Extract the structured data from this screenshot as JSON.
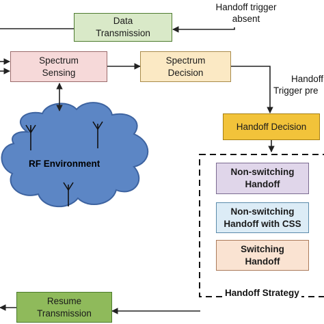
{
  "nodes": {
    "data_transmission": {
      "lines": [
        "Data",
        "Transmission"
      ],
      "color": "#d9e9c8",
      "border": "#4d7a2e"
    },
    "spectrum_sensing": {
      "lines": [
        "Spectrum",
        "Sensing"
      ],
      "color": "#f6d9d9",
      "border": "#9a6a6a"
    },
    "spectrum_decision": {
      "lines": [
        "Spectrum",
        "Decision"
      ],
      "color": "#fbe9c4",
      "border": "#a88a4a"
    },
    "handoff_decision": {
      "lines": [
        "Handoff Decision"
      ],
      "color": "#f2c33a",
      "border": "#a57e12"
    },
    "non_switching_handoff": {
      "lines": [
        "Non-switching",
        "Handoff"
      ],
      "color": "#e0d6ea",
      "border": "#7a6a90"
    },
    "non_switching_css": {
      "lines": [
        "Non-switching",
        "Handoff with CSS"
      ],
      "color": "#dcecf6",
      "border": "#5a8aaa"
    },
    "switching_handoff": {
      "lines": [
        "Switching",
        "Handoff"
      ],
      "color": "#fae3d2",
      "border": "#aa7a5a"
    },
    "resume_transmission": {
      "lines": [
        "Resume",
        "Transmission"
      ],
      "color": "#8fba5b",
      "border": "#4a7a2a"
    }
  },
  "labels": {
    "trigger_absent": [
      "Handoff trigger",
      "absent"
    ],
    "trigger_present": [
      "Handoff",
      "Trigger pre"
    ],
    "rf_environment": "RF Environment",
    "handoff_strategy": "Handoff Strategy"
  },
  "colors": {
    "cloud_fill": "#5c86c5",
    "cloud_stroke": "#3d63a0",
    "line": "#222222"
  }
}
